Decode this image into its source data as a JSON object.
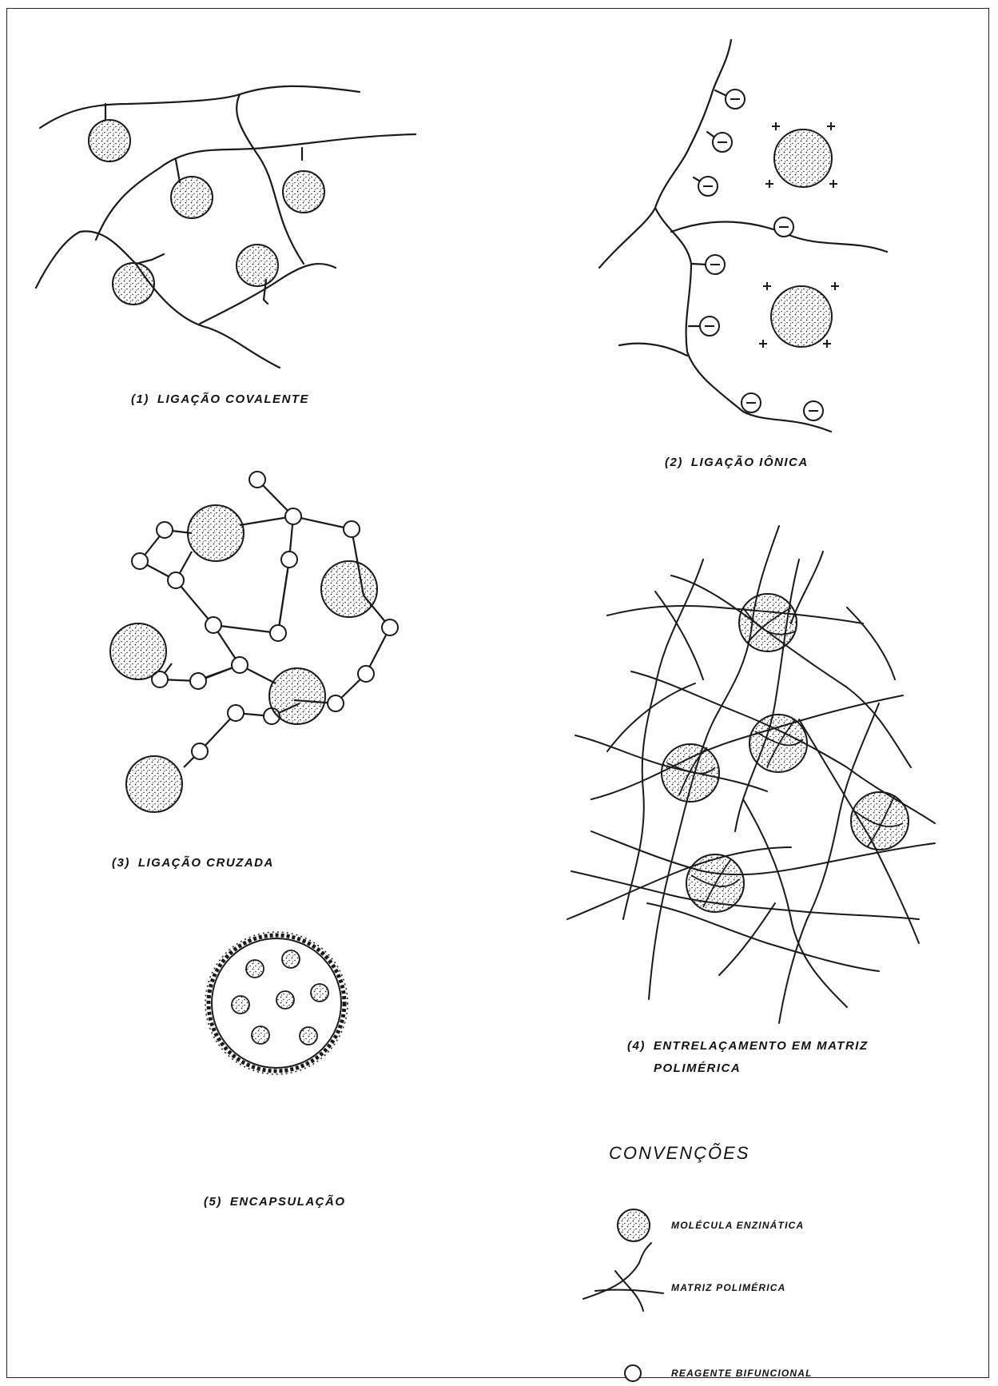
{
  "panels": {
    "covalent": {
      "number": "(1)",
      "label": "LIGAÇÃO COVALENTE"
    },
    "ionic": {
      "number": "(2)",
      "label": "LIGAÇÃO IÔNICA"
    },
    "crosslink": {
      "number": "(3)",
      "label": "LIGAÇÃO CRUZADA"
    },
    "entrapment": {
      "number": "(4)",
      "label": "ENTRELAÇAMENTO EM MATRIZ",
      "label_line2": "POLIMÉRICA"
    },
    "encapsulation": {
      "number": "(5)",
      "label": "ENCAPSULAÇÃO"
    }
  },
  "legend": {
    "title": "CONVENÇÕES",
    "items": [
      {
        "icon": "enzyme-molecule-icon",
        "label": "MOLÉCULA ENZINÁTICA"
      },
      {
        "icon": "polymer-matrix-icon",
        "label": "MATRIZ POLIMÉRICA"
      },
      {
        "icon": "bifunctional-reagent-icon",
        "label": "REAGENTE BIFUNCIONAL"
      }
    ]
  },
  "symbols": {
    "negative_charge": "−",
    "positive_charge": "+"
  },
  "colors": {
    "ink": "#1a1a1a",
    "background": "#ffffff"
  }
}
